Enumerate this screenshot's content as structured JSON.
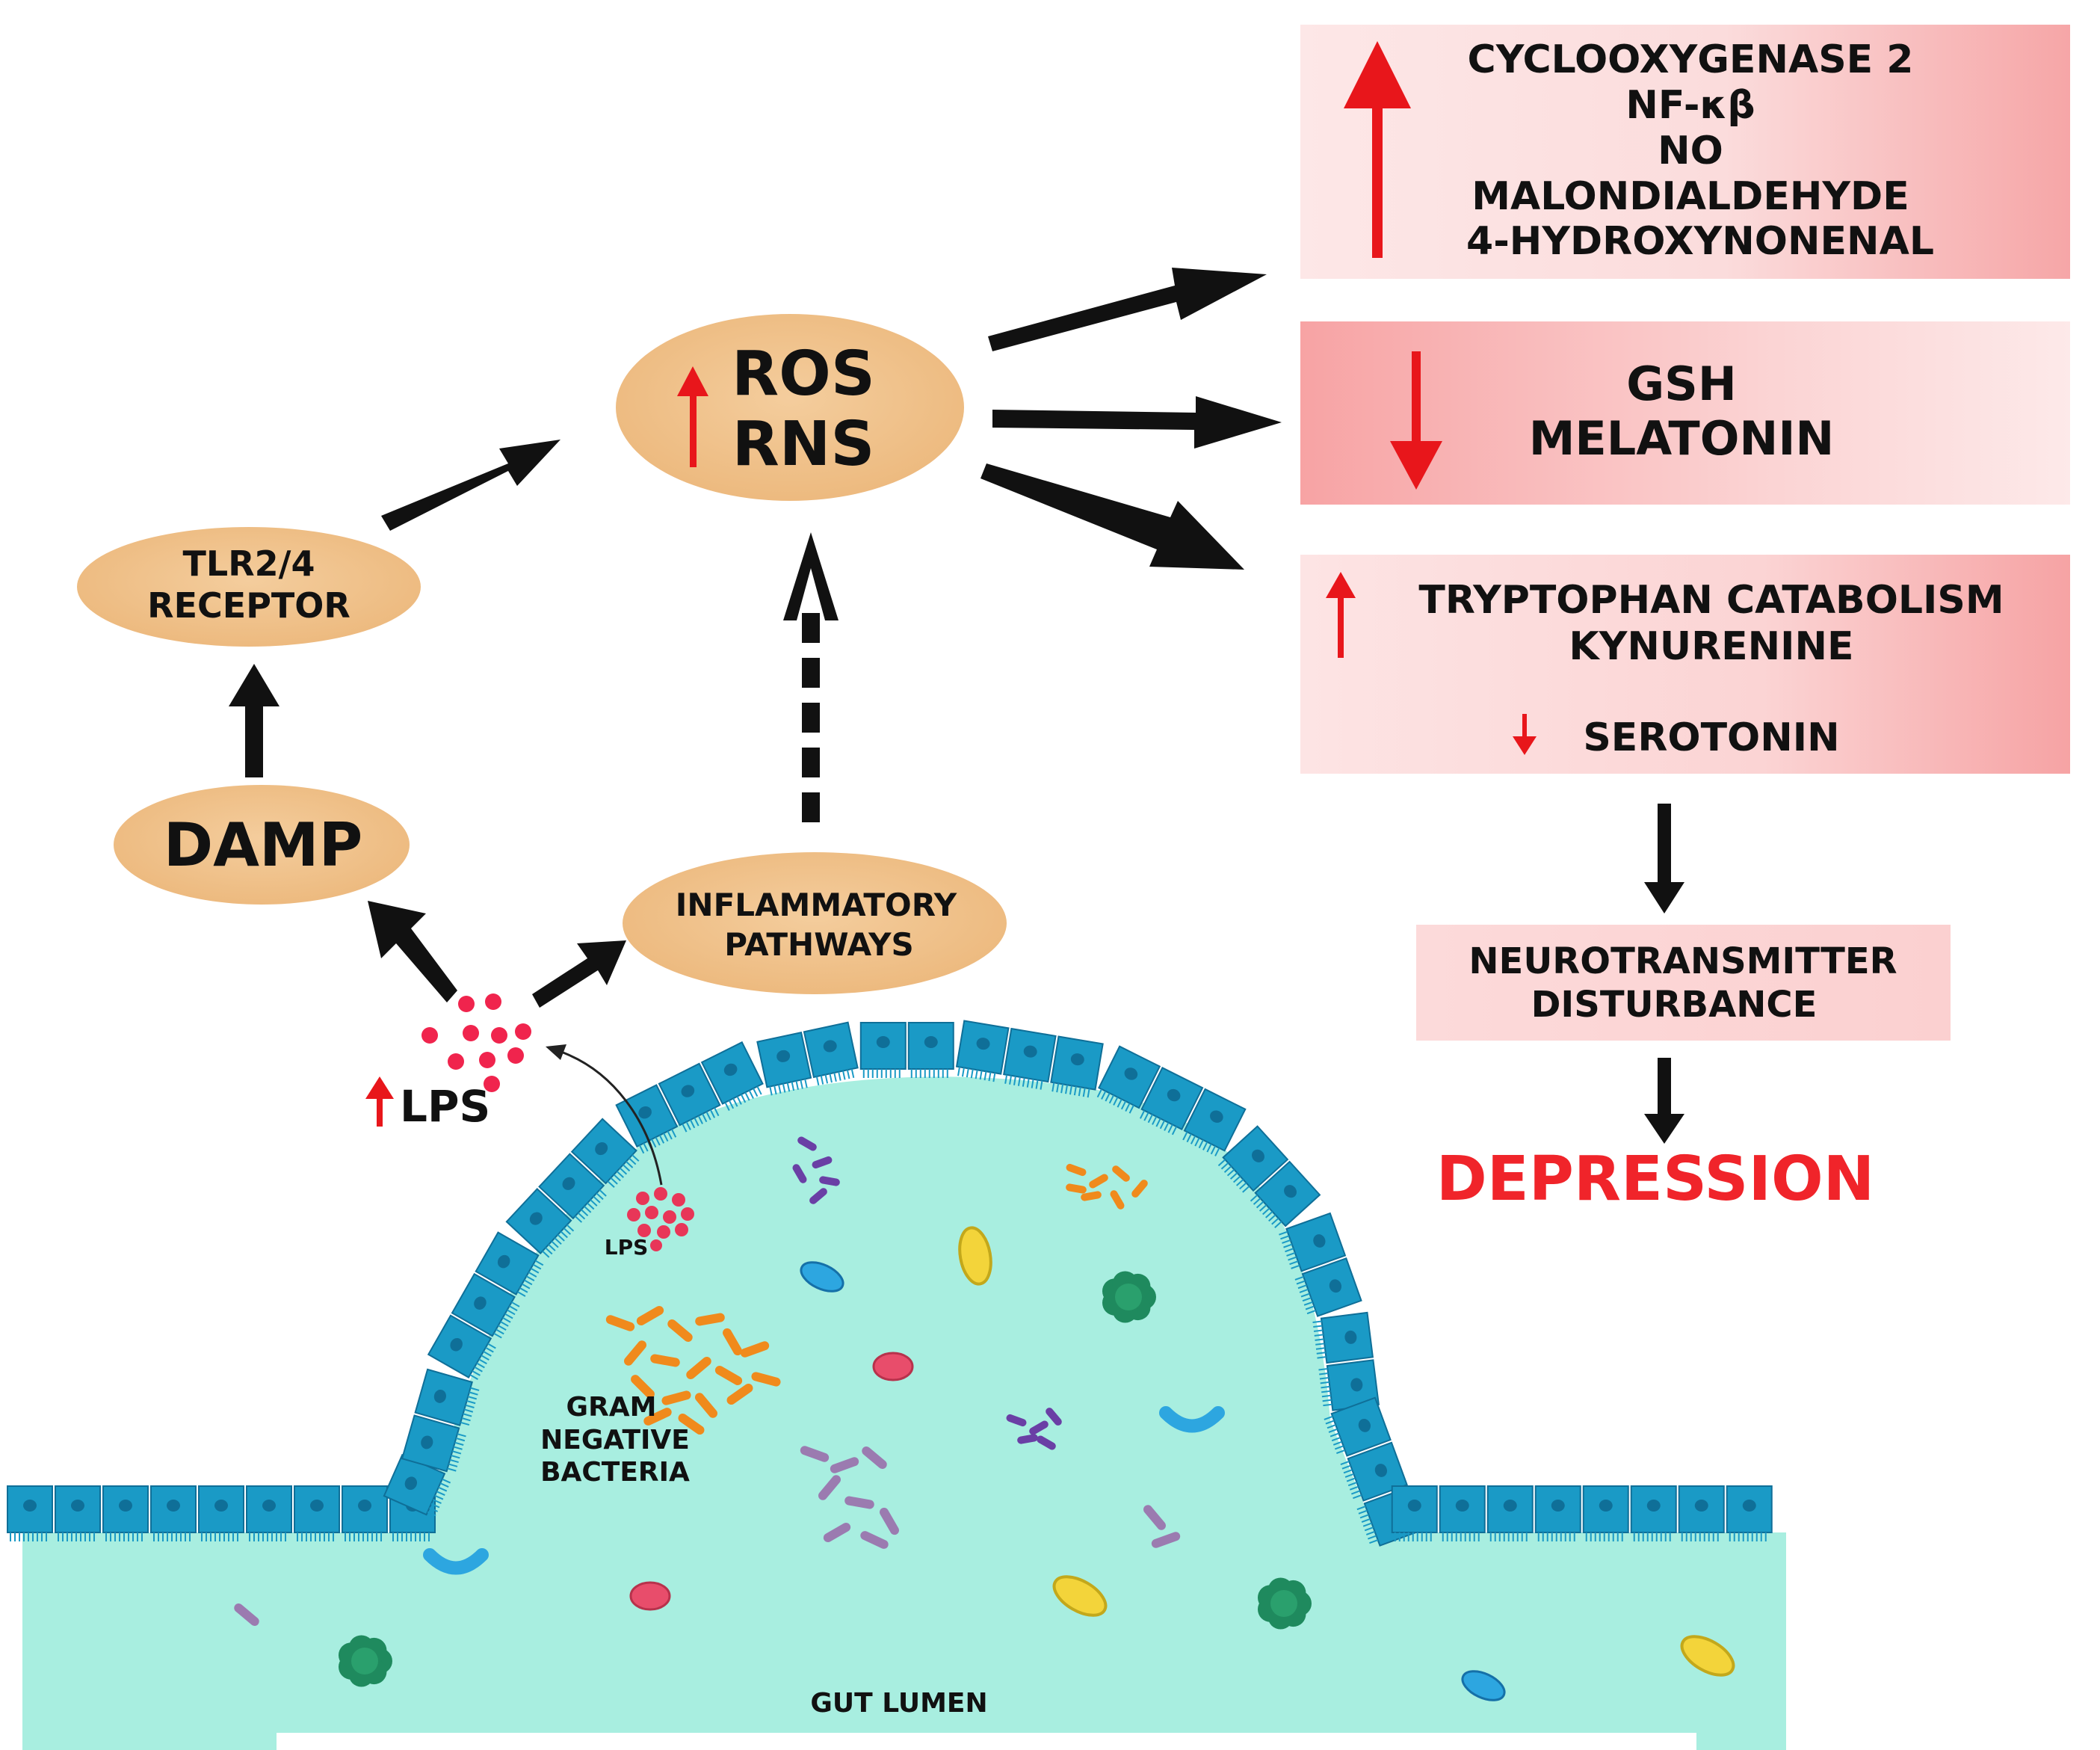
{
  "nodes": {
    "ros": {
      "arrow": "up",
      "lines": [
        "ROS",
        "RNS"
      ]
    },
    "tlr": {
      "lines": [
        "TLR2/4",
        "RECEPTOR"
      ]
    },
    "damp": {
      "label": "DAMP"
    },
    "inflammatory": {
      "lines": [
        "INFLAMMATORY",
        "PATHWAYS"
      ]
    },
    "lps_top": {
      "arrow": "up",
      "label": "LPS"
    },
    "lps_small": {
      "label": "LPS"
    }
  },
  "boxes": {
    "increase": {
      "arrow": "up",
      "items": [
        "CYCLOOXYGENASE 2",
        "NF-κβ",
        "NO",
        "MALONDIALDEHYDE",
        "4-HYDROXYNONENAL"
      ]
    },
    "decrease": {
      "arrow": "down",
      "items": [
        "GSH",
        "MELATONIN"
      ]
    },
    "tryptophan": {
      "up_arrow": "up",
      "up_items": [
        "TRYPTOPHAN CATABOLISM",
        "KYNURENINE"
      ],
      "down_arrow": "down",
      "down_item": "SEROTONIN"
    },
    "neuro": {
      "lines": [
        "NEUROTRANSMITTER",
        "DISTURBANCE"
      ]
    }
  },
  "outcome": "DEPRESSION",
  "gut": {
    "bacteria_label": [
      "GRAM",
      "NEGATIVE",
      "BACTERIA"
    ],
    "lumen_label": "GUT LUMEN"
  },
  "colors": {
    "node_fill": "#f0c48e",
    "box_pink": "#fbd3d3",
    "box_pink_strong": "#f7a7a8",
    "arrow_red": "#e8161b",
    "gut_fill": "#a8eee0",
    "cell_blue": "#1a9ac6",
    "cell_dark": "#157aa6",
    "depression_red": "#f0242a"
  }
}
